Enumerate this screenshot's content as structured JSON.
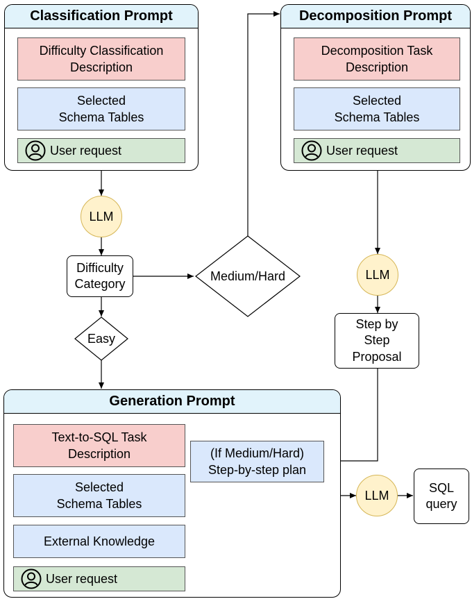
{
  "classification": {
    "title": "Classification Prompt",
    "task": "Difficulty Classification Description",
    "schema": "Selected Schema Tables",
    "user": "User request"
  },
  "decomposition": {
    "title": "Decomposition Prompt",
    "task": "Decomposition Task Description",
    "schema": "Selected Schema Tables",
    "user": "User request"
  },
  "generation": {
    "title": "Generation Prompt",
    "task": "Text-to-SQL Task Description",
    "schema": "Selected Schema Tables",
    "knowledge": "External Knowledge",
    "user": "User request",
    "plan": "(If Medium/Hard) Step-by-step plan"
  },
  "flow": {
    "llm": "LLM",
    "difficulty_category": "Difficulty Category",
    "medium_hard": "Medium/Hard",
    "easy": "Easy",
    "step_proposal": "Step by Step Proposal",
    "sql_query": "SQL query"
  },
  "colors": {
    "header": "#e1f3fb",
    "task": "#f8cecc",
    "schema": "#dae8fc",
    "user": "#d5e8d4",
    "llm": "#fff2cc"
  }
}
